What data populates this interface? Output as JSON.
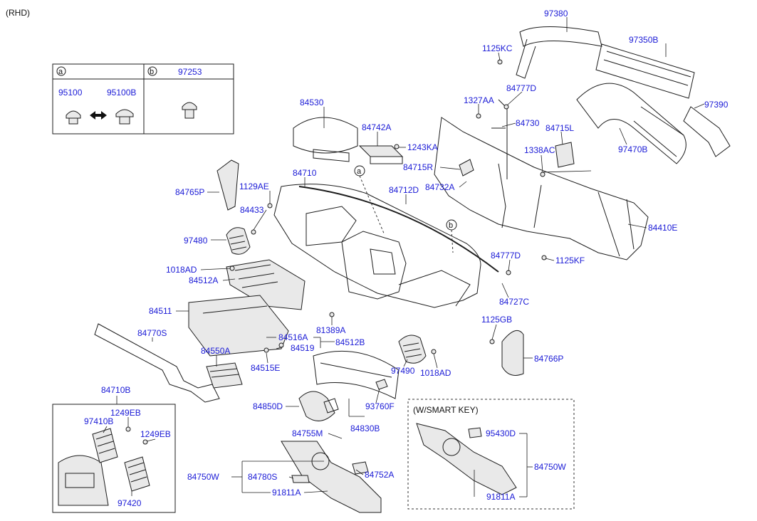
{
  "header": {
    "variant": "(RHD)"
  },
  "legend_table": {
    "cell_a": {
      "letter": "a",
      "parts": [
        "95100",
        "95100B"
      ]
    },
    "cell_b": {
      "letter": "b",
      "part": "97253"
    }
  },
  "callouts": {
    "a": "a",
    "b": "b"
  },
  "smart_key_box": {
    "title": "(W/SMART KEY)",
    "parts": [
      "95430D",
      "84750W",
      "91811A"
    ]
  },
  "parts": [
    "97380",
    "1125KC",
    "97350B",
    "84777D",
    "1327AA",
    "84730",
    "97390",
    "84715L",
    "97470B",
    "1338AC",
    "84530",
    "84742A",
    "1243KA",
    "84715R",
    "84732A",
    "84710",
    "84712D",
    "84765P",
    "1129AE",
    "84433",
    "97480",
    "84410E",
    "84777D",
    "1125KF",
    "1018AD",
    "84512A",
    "84727C",
    "84511",
    "81389A",
    "1125GB",
    "84770S",
    "84516A",
    "84519",
    "84512B",
    "84766P",
    "84550A",
    "84515E",
    "97490",
    "1018AD",
    "84710B",
    "1249EB",
    "97410B",
    "1249EB",
    "84850D",
    "93760F",
    "84830B",
    "84755M",
    "84750W",
    "84780S",
    "84752A",
    "91811A",
    "97420"
  ]
}
